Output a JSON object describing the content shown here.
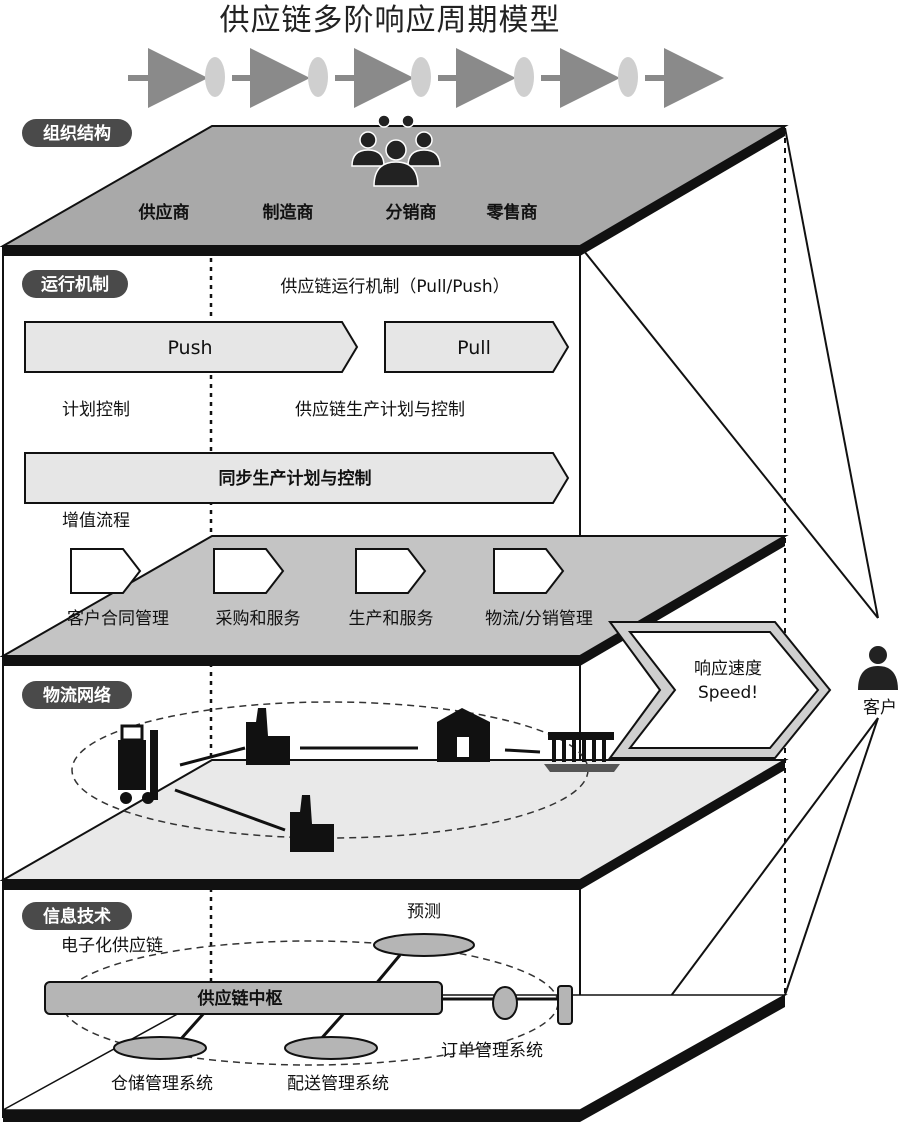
{
  "title": "供应链多阶响应周期模型",
  "colors": {
    "plane_dark": "#a9a9a9",
    "plane_mid": "#c4c4c4",
    "plane_light": "#e9e9e9",
    "edge": "#111111",
    "pill": "#4a4a4a",
    "box": "#e6e6e6",
    "hub": "#b5b5b5"
  },
  "layer1": {
    "tag": "组织结构",
    "icon": "people-group-icon",
    "members": [
      "供应商",
      "制造商",
      "分销商",
      "零售商"
    ]
  },
  "layer2": {
    "tag": "运行机制",
    "mechanism": "供应链运行机制（Pull/Push）",
    "push": "Push",
    "pull": "Pull",
    "plan_control": "计划控制",
    "production_plan": "供应链生产计划与控制",
    "sync": "同步生产计划与控制",
    "value_flow": "增值流程",
    "processes": [
      "客户合同管理",
      "采购和服务",
      "生产和服务",
      "物流/分销管理"
    ]
  },
  "response": {
    "line1": "响应速度",
    "line2": "Speed!"
  },
  "customer": {
    "label": "客户",
    "icon": "customer-person-icon"
  },
  "layer3": {
    "tag": "物流网络",
    "icons": [
      "forklift-icon",
      "factory-icon",
      "warehouse-icon",
      "port-ship-icon",
      "factory-icon"
    ]
  },
  "layer4": {
    "tag": "信息技术",
    "forecast": "预测",
    "e_chain": "电子化供应链",
    "hub": "供应链中枢",
    "order": "订单管理系统",
    "warehouse_sys": "仓储管理系统",
    "delivery_sys": "配送管理系统"
  }
}
